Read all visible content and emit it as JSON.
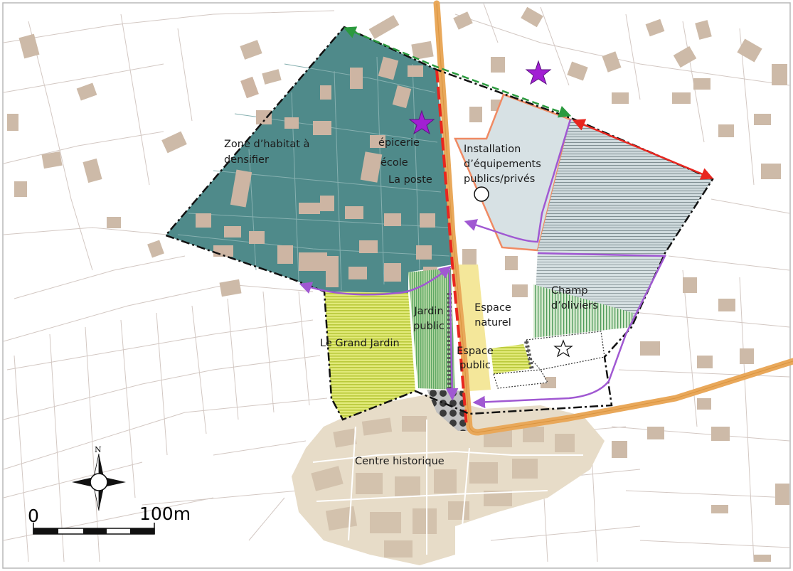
{
  "labels": {
    "zone_habitat": "Zone d’habitat à\ndensifier",
    "epicerie": "épicerie",
    "ecole": "école",
    "poste": "La poste",
    "installation": "Installation\nd’équipements\npublics/privés",
    "champ": "Champ\nd’oliviers",
    "jardin_public": "Jardin\npublic",
    "espace_naturel": "Espace\nnaturel",
    "espace_public": "Espace\npublic",
    "grand_jardin": "Le Grand Jardin",
    "centre": "Centre historique"
  },
  "compass": {
    "north_label": "N"
  },
  "scale": {
    "start_label": "0",
    "end_label": "100m"
  },
  "icons": {
    "amenity": "star-purple-icon",
    "landmark": "star-outline-icon",
    "facility": "circle-outline-icon",
    "compass": "compass-rose-icon"
  },
  "colors": {
    "habitat": "#4f8a8a",
    "equipment": "#d7e1e4",
    "olive": "#c9d6d8",
    "garden_yellow": "#d4df4f",
    "garden_green": "#8fc17d",
    "natural": "#f4e79a",
    "historic": "#e7dcc8",
    "road": "#e9a85a",
    "building": "#cdbaa8",
    "purple_path": "#a058d2",
    "red_dash": "#e8261f",
    "green_arrow": "#2b9a3e",
    "boundary": "#111111"
  }
}
